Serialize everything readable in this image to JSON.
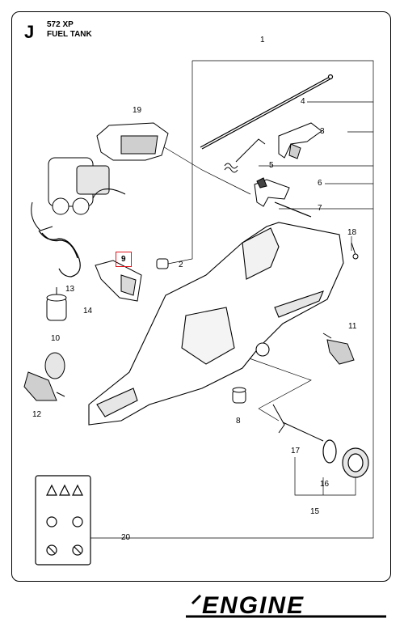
{
  "header": {
    "section_letter": "J",
    "model": "572 XP",
    "title": "FUEL TANK"
  },
  "callouts": {
    "c1": "1",
    "c2": "2",
    "c3": "3",
    "c4": "4",
    "c5": "5",
    "c6": "6",
    "c7": "7",
    "c8": "8",
    "c9": "9",
    "c10": "10",
    "c11": "11",
    "c12": "12",
    "c13": "13",
    "c14": "14",
    "c15": "15",
    "c16": "16",
    "c17": "17",
    "c18": "18",
    "c19": "19",
    "c20": "20"
  },
  "highlighted_callout": "9",
  "footer": {
    "brand": "ENGINE"
  },
  "colors": {
    "highlight": "#e0141c",
    "line": "#000000",
    "part_gray": "#cfcfcf"
  }
}
